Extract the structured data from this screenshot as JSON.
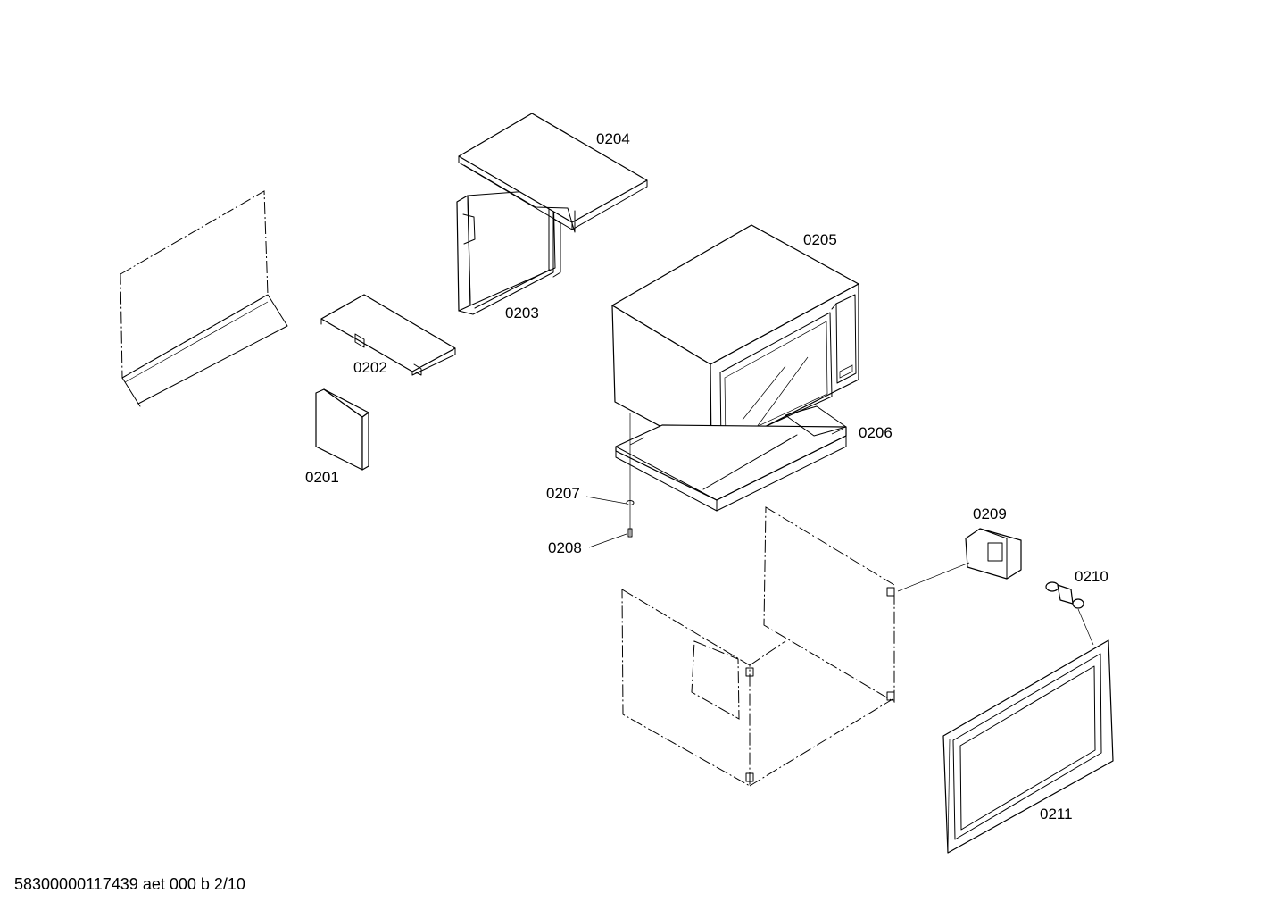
{
  "parts": [
    {
      "id": "0201",
      "label": "0201"
    },
    {
      "id": "0202",
      "label": "0202"
    },
    {
      "id": "0203",
      "label": "0203"
    },
    {
      "id": "0204",
      "label": "0204"
    },
    {
      "id": "0205",
      "label": "0205"
    },
    {
      "id": "0206",
      "label": "0206"
    },
    {
      "id": "0207",
      "label": "0207"
    },
    {
      "id": "0208",
      "label": "0208"
    },
    {
      "id": "0209",
      "label": "0209"
    },
    {
      "id": "0210",
      "label": "0210"
    },
    {
      "id": "0211",
      "label": "0211"
    }
  ],
  "footer": {
    "text": "58300000117439 aet 000 b 2/10"
  }
}
